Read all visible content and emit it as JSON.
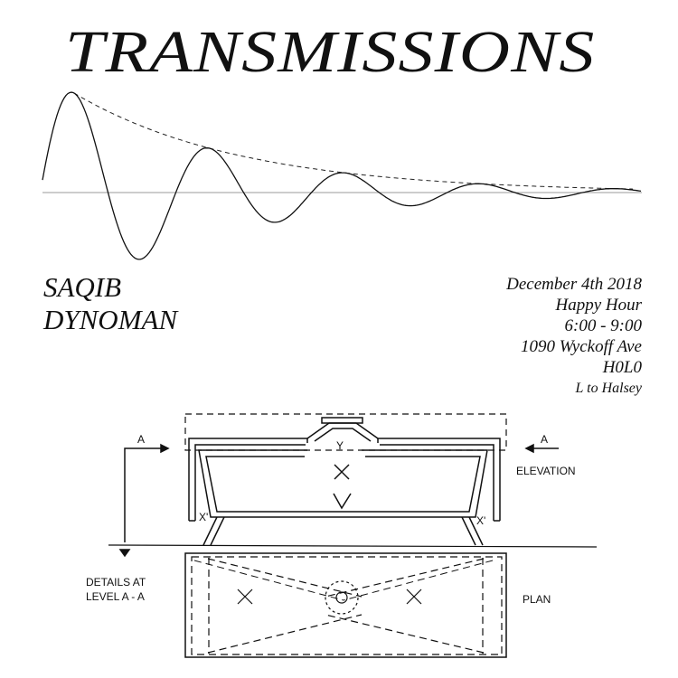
{
  "title": "TRANSMISSIONS",
  "artists": [
    "SAQIB",
    "DYNOMAN"
  ],
  "event": {
    "date": "December 4th 2018",
    "name": "Happy Hour",
    "time": "6:00 - 9:00",
    "address": "1090 Wyckoff Ave",
    "venue": "H0L0",
    "transit": "L to Halsey"
  },
  "diagram": {
    "section_marker_left": "A",
    "section_marker_right": "A",
    "elevation_label": "ELEVATION",
    "plan_label": "PLAN",
    "details_label_line1": "DETAILS AT",
    "details_label_line2": "LEVEL  A - A",
    "mark_y": "Y",
    "mark_x": "X",
    "mark_v": "V",
    "mark_x_prime": "X'"
  }
}
